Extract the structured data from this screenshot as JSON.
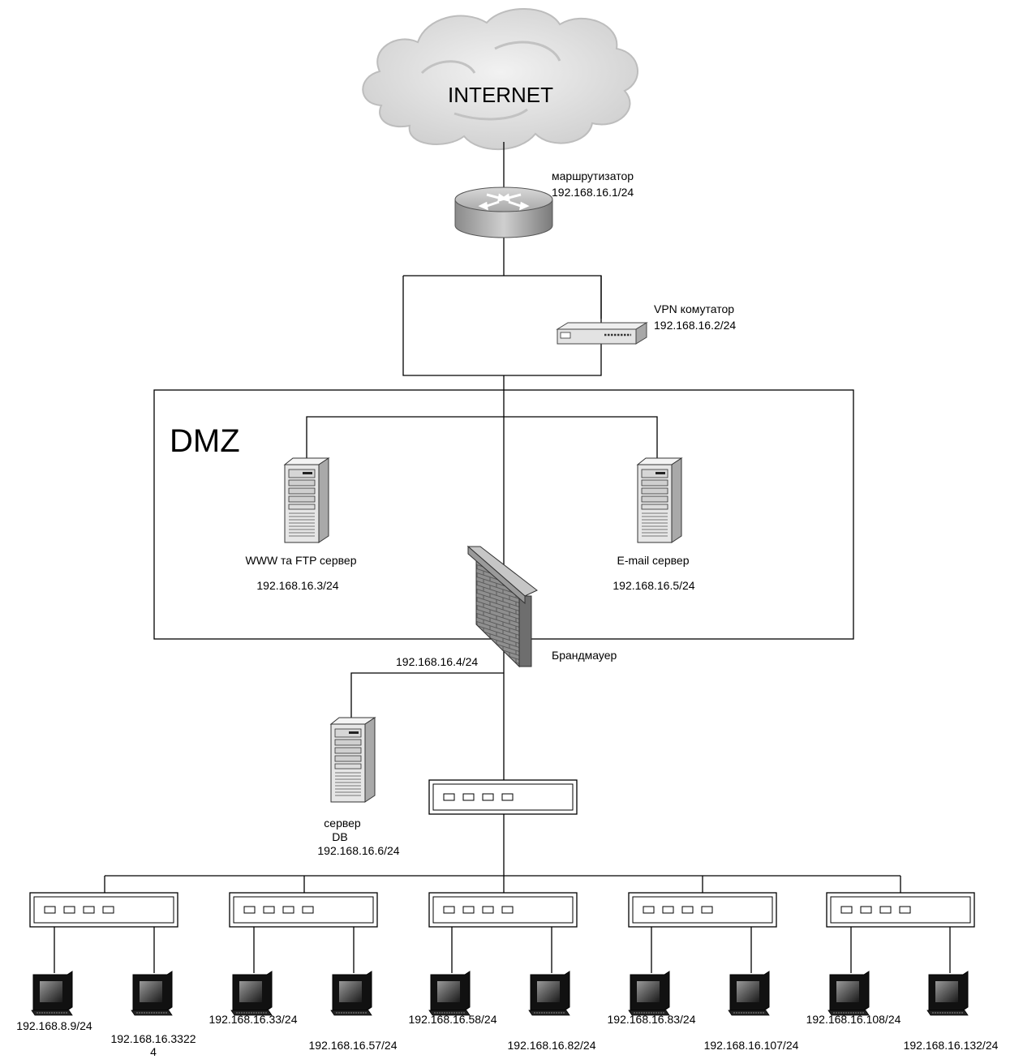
{
  "internet_label": "INTERNET",
  "router": {
    "name": "маршрутизатор",
    "ip": "192.168.16.1/24"
  },
  "vpn_switch": {
    "name": "VPN комутатор",
    "ip": "192.168.16.2/24"
  },
  "dmz_label": "DMZ",
  "www_server": {
    "name": "WWW та FTP сервер",
    "ip": "192.168.16.3/24"
  },
  "email_server": {
    "name": "E-mail сервер",
    "ip": "192.168.16.5/24"
  },
  "firewall": {
    "name": "Брандмауер",
    "ip": "192.168.16.4/24"
  },
  "db_server": {
    "name_line1": "сервер",
    "name_line2": "DB",
    "ip": "192.168.16.6/24"
  },
  "workstations": [
    {
      "ip": "192.168.8.9/24"
    },
    {
      "ip": "192.168.16.3322",
      "ip_cont": "4"
    },
    {
      "ip": "192.168.16.33/24"
    },
    {
      "ip": "192.168.16.57/24"
    },
    {
      "ip": "192.168.16.58/24"
    },
    {
      "ip": "192.168.16.82/24"
    },
    {
      "ip": "192.168.16.83/24"
    },
    {
      "ip": "192.168.16.107/24"
    },
    {
      "ip": "192.168.16.108/24"
    },
    {
      "ip": "192.168.16.132/24"
    }
  ]
}
